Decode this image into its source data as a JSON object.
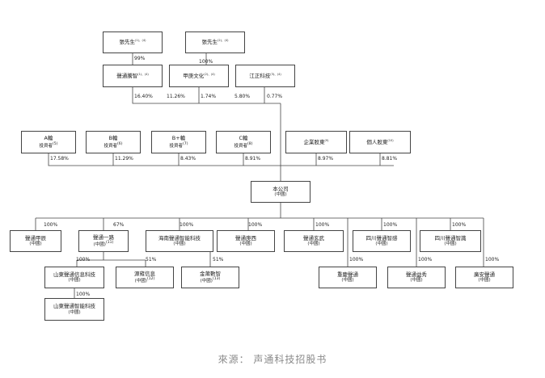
{
  "nodes": {
    "founder1": {
      "name": "張先生",
      "note": "(1)、(4)",
      "sub": ""
    },
    "founder2": {
      "name": "張先生",
      "note": "(2)、(4)",
      "sub": ""
    },
    "holdco": {
      "name": "聲通騰智",
      "note": "(1)、(4)",
      "sub": ""
    },
    "culture": {
      "name": "甲庚文化",
      "note": "(2)、(4)",
      "sub": ""
    },
    "jiangzheng": {
      "name": "江正科技",
      "note": "(3)、(4)",
      "sub": ""
    },
    "inv_a": {
      "name": "A輪",
      "sub": "投資者",
      "note": "(5)"
    },
    "inv_b": {
      "name": "B輪",
      "sub": "投資者",
      "note": "(6)"
    },
    "inv_bplus": {
      "name": "B+輪",
      "sub": "投資者",
      "note": "(7)"
    },
    "inv_c": {
      "name": "C輪",
      "sub": "投資者",
      "note": "(8)"
    },
    "inv_corp": {
      "name": "企業股東",
      "note": "(9)",
      "sub": ""
    },
    "inv_indiv": {
      "name": "個人股東",
      "note": "(10)",
      "sub": ""
    },
    "company": {
      "name": "本公司",
      "sub": "(中國)",
      "note": ""
    },
    "sub1": {
      "name": "聲通甲辰",
      "sub": "(中國)",
      "note": ""
    },
    "sub2": {
      "name": "聲通一路",
      "sub": "(中國)",
      "note": "(11)"
    },
    "sub3": {
      "name": "海南聲通智能科技",
      "sub": "(中國)",
      "note": ""
    },
    "sub4": {
      "name": "聲通庚西",
      "sub": "(中國)",
      "note": ""
    },
    "sub5": {
      "name": "聲通玄武",
      "sub": "(中國)",
      "note": ""
    },
    "sub6": {
      "name": "四川聲通智感",
      "sub": "(中國)",
      "note": ""
    },
    "sub7": {
      "name": "四川聲通智識",
      "sub": "(中國)",
      "note": ""
    },
    "sd1": {
      "name": "山東聲通信息科技",
      "sub": "(中國)",
      "note": ""
    },
    "sd2": {
      "name": "山東聲通智能科技",
      "sub": "(中國)",
      "note": ""
    },
    "yuan": {
      "name": "源雍信息",
      "sub": "(中國)",
      "note": "(12)"
    },
    "jinpu": {
      "name": "金莆數智",
      "sub": "(中國)",
      "note": "(13)"
    },
    "chongqing": {
      "name": "重慶聲通",
      "sub": "(中國)",
      "note": ""
    },
    "yanxiu": {
      "name": "聲通益秀",
      "sub": "(中國)",
      "note": ""
    },
    "guangan": {
      "name": "廣安聲通",
      "sub": "(中國)",
      "note": ""
    }
  },
  "percentages": {
    "p_holdco": "99%",
    "p_culture": "100%",
    "p_holdco_co": "16.40%",
    "p_culture_a": "11.26%",
    "p_culture_b": "1.74%",
    "p_jz_a": "5.80%",
    "p_jz_b": "0.77%",
    "p_a": "17.58%",
    "p_b": "11.29%",
    "p_bplus": "8.43%",
    "p_c": "8.91%",
    "p_corp": "8.97%",
    "p_indiv": "8.81%",
    "p_sub1": "100%",
    "p_sub2": "67%",
    "p_sub3": "100%",
    "p_sub4": "100%",
    "p_sub5": "100%",
    "p_sub6": "100%",
    "p_sub7": "100%",
    "p_sd1": "100%",
    "p_sd2": "100%",
    "p_yuan": "51%",
    "p_jinpu": "51%",
    "p_chongqing": "100%",
    "p_yanxiu": "100%",
    "p_guangan": "100%"
  },
  "source": "來源：  声通科技招股书"
}
